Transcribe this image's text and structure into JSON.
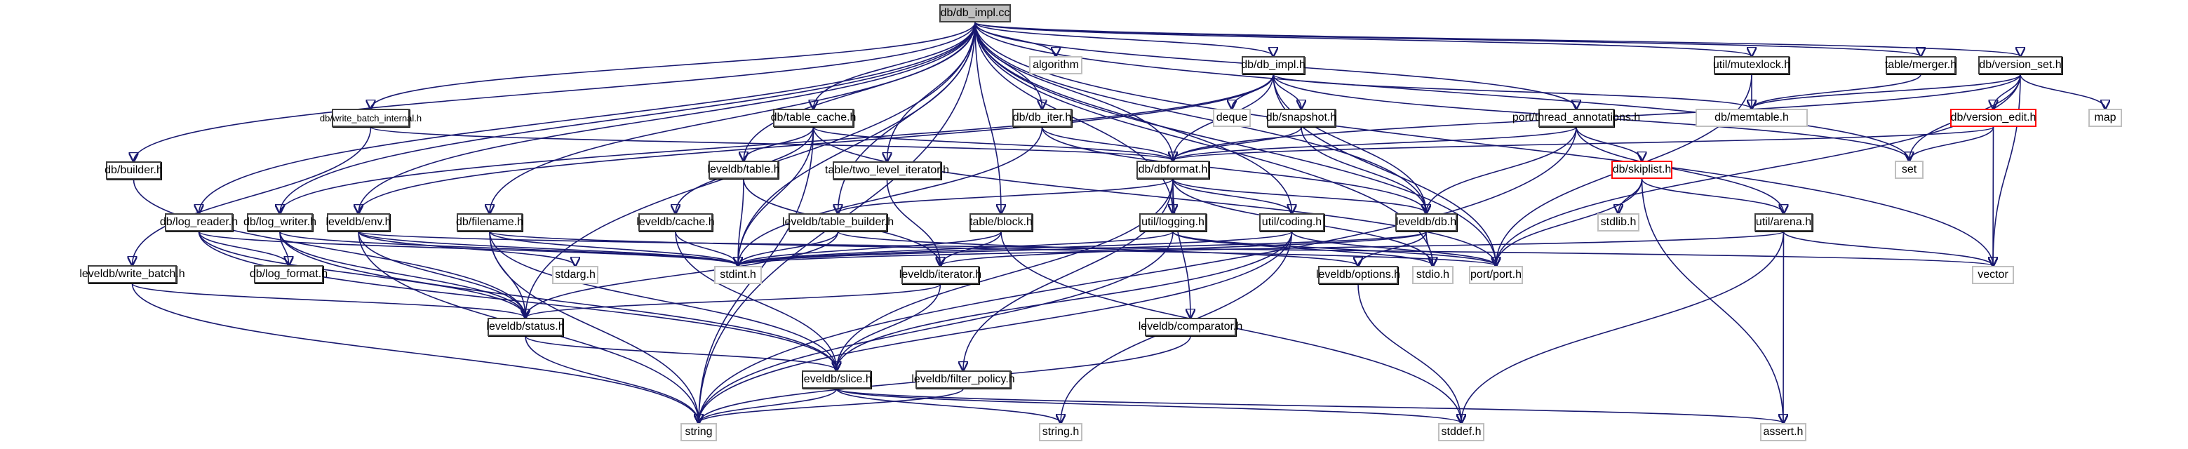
{
  "title": "db/db_impl.cc",
  "colors": {
    "edge": "#191970",
    "root_fill": "#bfbfbf",
    "local_border": "#404040",
    "system_border": "#bfbfbf",
    "incomplete_border": "#ff0000"
  },
  "nodes": [
    {
      "id": "db_impl_cc",
      "label": "db/db_impl.cc",
      "kind": "root"
    },
    {
      "id": "algorithm",
      "label": "algorithm",
      "kind": "system"
    },
    {
      "id": "db_builder",
      "label": "db/builder.h",
      "kind": "local"
    },
    {
      "id": "db_write_batch_internal",
      "label": "db/write_batch_internal.h",
      "kind": "local"
    },
    {
      "id": "db_log_reader",
      "label": "db/log_reader.h",
      "kind": "local"
    },
    {
      "id": "db_log_writer",
      "label": "db/log_writer.h",
      "kind": "local"
    },
    {
      "id": "leveldb_env",
      "label": "leveldb/env.h",
      "kind": "local"
    },
    {
      "id": "db_filename",
      "label": "db/filename.h",
      "kind": "local"
    },
    {
      "id": "leveldb_write_batch",
      "label": "leveldb/write_batch.h",
      "kind": "local"
    },
    {
      "id": "db_log_format",
      "label": "db/log_format.h",
      "kind": "local"
    },
    {
      "id": "stdarg",
      "label": "stdarg.h",
      "kind": "system"
    },
    {
      "id": "leveldb_status",
      "label": "leveldb/status.h",
      "kind": "local"
    },
    {
      "id": "string",
      "label": "string",
      "kind": "system"
    },
    {
      "id": "db_table_cache",
      "label": "db/table_cache.h",
      "kind": "local"
    },
    {
      "id": "leveldb_table",
      "label": "leveldb/table.h",
      "kind": "local"
    },
    {
      "id": "leveldb_cache",
      "label": "leveldb/cache.h",
      "kind": "local"
    },
    {
      "id": "leveldb_table_builder",
      "label": "leveldb/table_builder.h",
      "kind": "local"
    },
    {
      "id": "stdint",
      "label": "stdint.h",
      "kind": "system"
    },
    {
      "id": "table_two_level_iterator",
      "label": "table/two_level_iterator.h",
      "kind": "local"
    },
    {
      "id": "table_block",
      "label": "table/block.h",
      "kind": "local"
    },
    {
      "id": "leveldb_iterator",
      "label": "leveldb/iterator.h",
      "kind": "local"
    },
    {
      "id": "leveldb_slice",
      "label": "leveldb/slice.h",
      "kind": "local"
    },
    {
      "id": "leveldb_filter_policy",
      "label": "leveldb/filter_policy.h",
      "kind": "local"
    },
    {
      "id": "string_h",
      "label": "string.h",
      "kind": "system"
    },
    {
      "id": "db_db_iter",
      "label": "db/db_iter.h",
      "kind": "local"
    },
    {
      "id": "db_db_impl_h",
      "label": "db/db_impl.h",
      "kind": "local"
    },
    {
      "id": "deque",
      "label": "deque",
      "kind": "system"
    },
    {
      "id": "db_snapshot",
      "label": "db/snapshot.h",
      "kind": "local"
    },
    {
      "id": "db_dbformat",
      "label": "db/dbformat.h",
      "kind": "local"
    },
    {
      "id": "util_logging",
      "label": "util/logging.h",
      "kind": "local"
    },
    {
      "id": "util_coding",
      "label": "util/coding.h",
      "kind": "local"
    },
    {
      "id": "leveldb_db",
      "label": "leveldb/db.h",
      "kind": "local"
    },
    {
      "id": "leveldb_options",
      "label": "leveldb/options.h",
      "kind": "local"
    },
    {
      "id": "stdio",
      "label": "stdio.h",
      "kind": "system"
    },
    {
      "id": "port_port",
      "label": "port/port.h",
      "kind": "system"
    },
    {
      "id": "leveldb_comparator",
      "label": "leveldb/comparator.h",
      "kind": "local"
    },
    {
      "id": "stddef",
      "label": "stddef.h",
      "kind": "system"
    },
    {
      "id": "util_mutexlock",
      "label": "util/mutexlock.h",
      "kind": "local"
    },
    {
      "id": "port_thread_annotations",
      "label": "port/thread_annotations.h",
      "kind": "system"
    },
    {
      "id": "db_memtable",
      "label": "db/memtable.h",
      "kind": "local"
    },
    {
      "id": "db_skiplist",
      "label": "db/skiplist.h",
      "kind": "incomplete"
    },
    {
      "id": "stdlib",
      "label": "stdlib.h",
      "kind": "system"
    },
    {
      "id": "util_arena",
      "label": "util/arena.h",
      "kind": "local"
    },
    {
      "id": "assert",
      "label": "assert.h",
      "kind": "system"
    },
    {
      "id": "table_merger",
      "label": "table/merger.h",
      "kind": "local"
    },
    {
      "id": "db_version_set",
      "label": "db/version_set.h",
      "kind": "local"
    },
    {
      "id": "db_version_edit",
      "label": "db/version_edit.h",
      "kind": "incomplete"
    },
    {
      "id": "map",
      "label": "map",
      "kind": "system"
    },
    {
      "id": "set",
      "label": "set",
      "kind": "system"
    },
    {
      "id": "vector",
      "label": "vector",
      "kind": "system"
    }
  ],
  "edges": [
    [
      "db_impl_cc",
      "algorithm"
    ],
    [
      "db_impl_cc",
      "db_builder"
    ],
    [
      "db_impl_cc",
      "db_write_batch_internal"
    ],
    [
      "db_impl_cc",
      "db_log_reader"
    ],
    [
      "db_impl_cc",
      "db_log_writer"
    ],
    [
      "db_impl_cc",
      "leveldb_env"
    ],
    [
      "db_impl_cc",
      "db_filename"
    ],
    [
      "db_impl_cc",
      "leveldb_status"
    ],
    [
      "db_impl_cc",
      "string"
    ],
    [
      "db_impl_cc",
      "db_table_cache"
    ],
    [
      "db_impl_cc",
      "leveldb_table"
    ],
    [
      "db_impl_cc",
      "leveldb_table_builder"
    ],
    [
      "db_impl_cc",
      "stdint"
    ],
    [
      "db_impl_cc",
      "table_two_level_iterator"
    ],
    [
      "db_impl_cc",
      "table_block"
    ],
    [
      "db_impl_cc",
      "db_db_iter"
    ],
    [
      "db_impl_cc",
      "db_db_impl_h"
    ],
    [
      "db_impl_cc",
      "db_dbformat"
    ],
    [
      "db_impl_cc",
      "util_logging"
    ],
    [
      "db_impl_cc",
      "util_coding"
    ],
    [
      "db_impl_cc",
      "leveldb_db"
    ],
    [
      "db_impl_cc",
      "stdio"
    ],
    [
      "db_impl_cc",
      "port_port"
    ],
    [
      "db_impl_cc",
      "util_mutexlock"
    ],
    [
      "db_impl_cc",
      "db_memtable"
    ],
    [
      "db_impl_cc",
      "table_merger"
    ],
    [
      "db_impl_cc",
      "db_version_set"
    ],
    [
      "db_impl_cc",
      "set"
    ],
    [
      "db_impl_cc",
      "vector"
    ],
    [
      "db_builder",
      "leveldb_status"
    ],
    [
      "db_write_batch_internal",
      "leveldb_write_batch"
    ],
    [
      "db_write_batch_internal",
      "db_dbformat"
    ],
    [
      "leveldb_write_batch",
      "leveldb_status"
    ],
    [
      "leveldb_write_batch",
      "string"
    ],
    [
      "db_log_reader",
      "db_log_format"
    ],
    [
      "db_log_reader",
      "leveldb_slice"
    ],
    [
      "db_log_reader",
      "leveldb_status"
    ],
    [
      "db_log_reader",
      "stdint"
    ],
    [
      "db_log_writer",
      "db_log_format"
    ],
    [
      "db_log_writer",
      "leveldb_slice"
    ],
    [
      "db_log_writer",
      "leveldb_status"
    ],
    [
      "db_log_writer",
      "stdint"
    ],
    [
      "leveldb_env",
      "stdarg"
    ],
    [
      "leveldb_env",
      "leveldb_status"
    ],
    [
      "leveldb_env",
      "string"
    ],
    [
      "leveldb_env",
      "stdint"
    ],
    [
      "leveldb_env",
      "vector"
    ],
    [
      "db_filename",
      "leveldb_slice"
    ],
    [
      "db_filename",
      "leveldb_status"
    ],
    [
      "db_filename",
      "string"
    ],
    [
      "db_filename",
      "stdint"
    ],
    [
      "db_filename",
      "port_port"
    ],
    [
      "leveldb_status",
      "leveldb_slice"
    ],
    [
      "leveldb_status",
      "string"
    ],
    [
      "leveldb_slice",
      "string"
    ],
    [
      "leveldb_slice",
      "string_h"
    ],
    [
      "leveldb_slice",
      "stddef"
    ],
    [
      "leveldb_slice",
      "assert"
    ],
    [
      "db_table_cache",
      "leveldb_table"
    ],
    [
      "db_table_cache",
      "leveldb_cache"
    ],
    [
      "db_table_cache",
      "stdint"
    ],
    [
      "db_table_cache",
      "string"
    ],
    [
      "db_table_cache",
      "db_dbformat"
    ],
    [
      "db_table_cache",
      "port_port"
    ],
    [
      "leveldb_table",
      "leveldb_iterator"
    ],
    [
      "leveldb_table",
      "stdint"
    ],
    [
      "leveldb_cache",
      "leveldb_slice"
    ],
    [
      "leveldb_cache",
      "stdint"
    ],
    [
      "leveldb_table_builder",
      "leveldb_options"
    ],
    [
      "leveldb_table_builder",
      "leveldb_status"
    ],
    [
      "leveldb_table_builder",
      "stdint"
    ],
    [
      "table_two_level_iterator",
      "leveldb_iterator"
    ],
    [
      "table_block",
      "leveldb_iterator"
    ],
    [
      "table_block",
      "stdint"
    ],
    [
      "table_block",
      "stddef"
    ],
    [
      "leveldb_iterator",
      "leveldb_slice"
    ],
    [
      "leveldb_iterator",
      "leveldb_status"
    ],
    [
      "db_db_iter",
      "leveldb_db"
    ],
    [
      "db_db_iter",
      "db_dbformat"
    ],
    [
      "db_db_iter",
      "stdint"
    ],
    [
      "db_db_impl_h",
      "deque"
    ],
    [
      "db_db_impl_h",
      "db_snapshot"
    ],
    [
      "db_db_impl_h",
      "db_dbformat"
    ],
    [
      "db_db_impl_h",
      "leveldb_db"
    ],
    [
      "db_db_impl_h",
      "leveldb_env"
    ],
    [
      "db_db_impl_h",
      "port_port"
    ],
    [
      "db_db_impl_h",
      "port_thread_annotations"
    ],
    [
      "db_db_impl_h",
      "set"
    ],
    [
      "db_db_impl_h",
      "db_log_writer"
    ],
    [
      "db_snapshot",
      "leveldb_db"
    ],
    [
      "db_snapshot",
      "db_dbformat"
    ],
    [
      "db_dbformat",
      "util_logging"
    ],
    [
      "db_dbformat",
      "util_coding"
    ],
    [
      "db_dbformat",
      "leveldb_db"
    ],
    [
      "db_dbformat",
      "leveldb_comparator"
    ],
    [
      "db_dbformat",
      "leveldb_filter_policy"
    ],
    [
      "db_dbformat",
      "leveldb_slice"
    ],
    [
      "db_dbformat",
      "leveldb_table_builder"
    ],
    [
      "db_dbformat",
      "stdio"
    ],
    [
      "util_logging",
      "stdio"
    ],
    [
      "util_logging",
      "stdint"
    ],
    [
      "util_logging",
      "string"
    ],
    [
      "util_logging",
      "port_port"
    ],
    [
      "util_coding",
      "stdint"
    ],
    [
      "util_coding",
      "string_h"
    ],
    [
      "util_coding",
      "string"
    ],
    [
      "util_coding",
      "leveldb_slice"
    ],
    [
      "util_coding",
      "port_port"
    ],
    [
      "leveldb_db",
      "leveldb_iterator"
    ],
    [
      "leveldb_db",
      "leveldb_options"
    ],
    [
      "leveldb_db",
      "stdio"
    ],
    [
      "leveldb_db",
      "stdint"
    ],
    [
      "leveldb_options",
      "stddef"
    ],
    [
      "leveldb_comparator",
      "string"
    ],
    [
      "leveldb_filter_policy",
      "string"
    ],
    [
      "util_mutexlock",
      "port_port"
    ],
    [
      "util_mutexlock",
      "port_thread_annotations"
    ],
    [
      "db_memtable",
      "string"
    ],
    [
      "db_memtable",
      "leveldb_db"
    ],
    [
      "db_memtable",
      "db_dbformat"
    ],
    [
      "db_memtable",
      "db_skiplist"
    ],
    [
      "db_memtable",
      "util_arena"
    ],
    [
      "db_skiplist",
      "stdlib"
    ],
    [
      "db_skiplist",
      "util_arena"
    ],
    [
      "db_skiplist",
      "port_port"
    ],
    [
      "db_skiplist",
      "assert"
    ],
    [
      "util_arena",
      "vector"
    ],
    [
      "util_arena",
      "assert"
    ],
    [
      "util_arena",
      "stddef"
    ],
    [
      "util_arena",
      "stdint"
    ],
    [
      "table_merger",
      "port_thread_annotations"
    ],
    [
      "db_version_set",
      "map"
    ],
    [
      "db_version_set",
      "set"
    ],
    [
      "db_version_set",
      "vector"
    ],
    [
      "db_version_set",
      "db_dbformat"
    ],
    [
      "db_version_set",
      "db_version_edit"
    ],
    [
      "db_version_set",
      "port_port"
    ],
    [
      "db_version_set",
      "port_thread_annotations"
    ],
    [
      "db_version_edit",
      "set"
    ],
    [
      "db_version_edit",
      "vector"
    ],
    [
      "db_version_edit",
      "db_dbformat"
    ]
  ]
}
